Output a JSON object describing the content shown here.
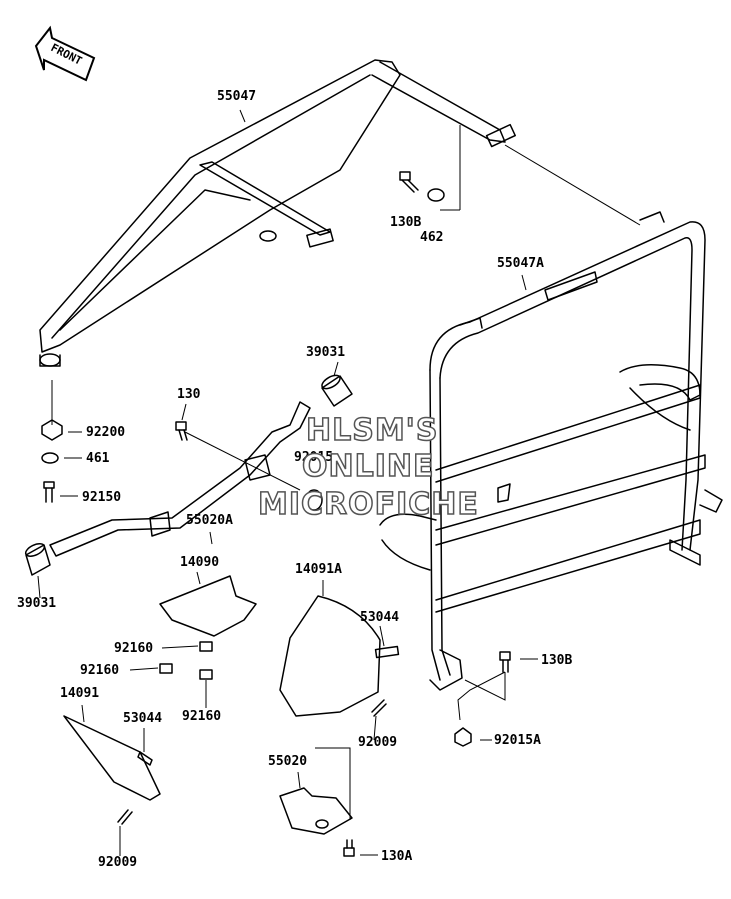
{
  "front_label": "FRONT",
  "watermark": [
    "HLSM'S",
    "ONLINE",
    "MICROFICHE"
  ],
  "parts": {
    "p55047": "55047",
    "p55047A": "55047A",
    "p130B_top": "130B",
    "p462": "462",
    "p39031_top": "39031",
    "p130": "130",
    "p92015": "92015",
    "p92200": "92200",
    "p461": "461",
    "p92150": "92150",
    "p55020A": "55020A",
    "p39031_bottom": "39031",
    "p14090": "14090",
    "p14091A": "14091A",
    "p53044_right": "53044",
    "p92160_a": "92160",
    "p92160_b": "92160",
    "p92160_c": "92160",
    "p14091": "14091",
    "p53044_left": "53044",
    "p92009_right": "92009",
    "p130B_bottom": "130B",
    "p92015A": "92015A",
    "p55020": "55020",
    "p92009_bottom": "92009",
    "p130A": "130A"
  }
}
